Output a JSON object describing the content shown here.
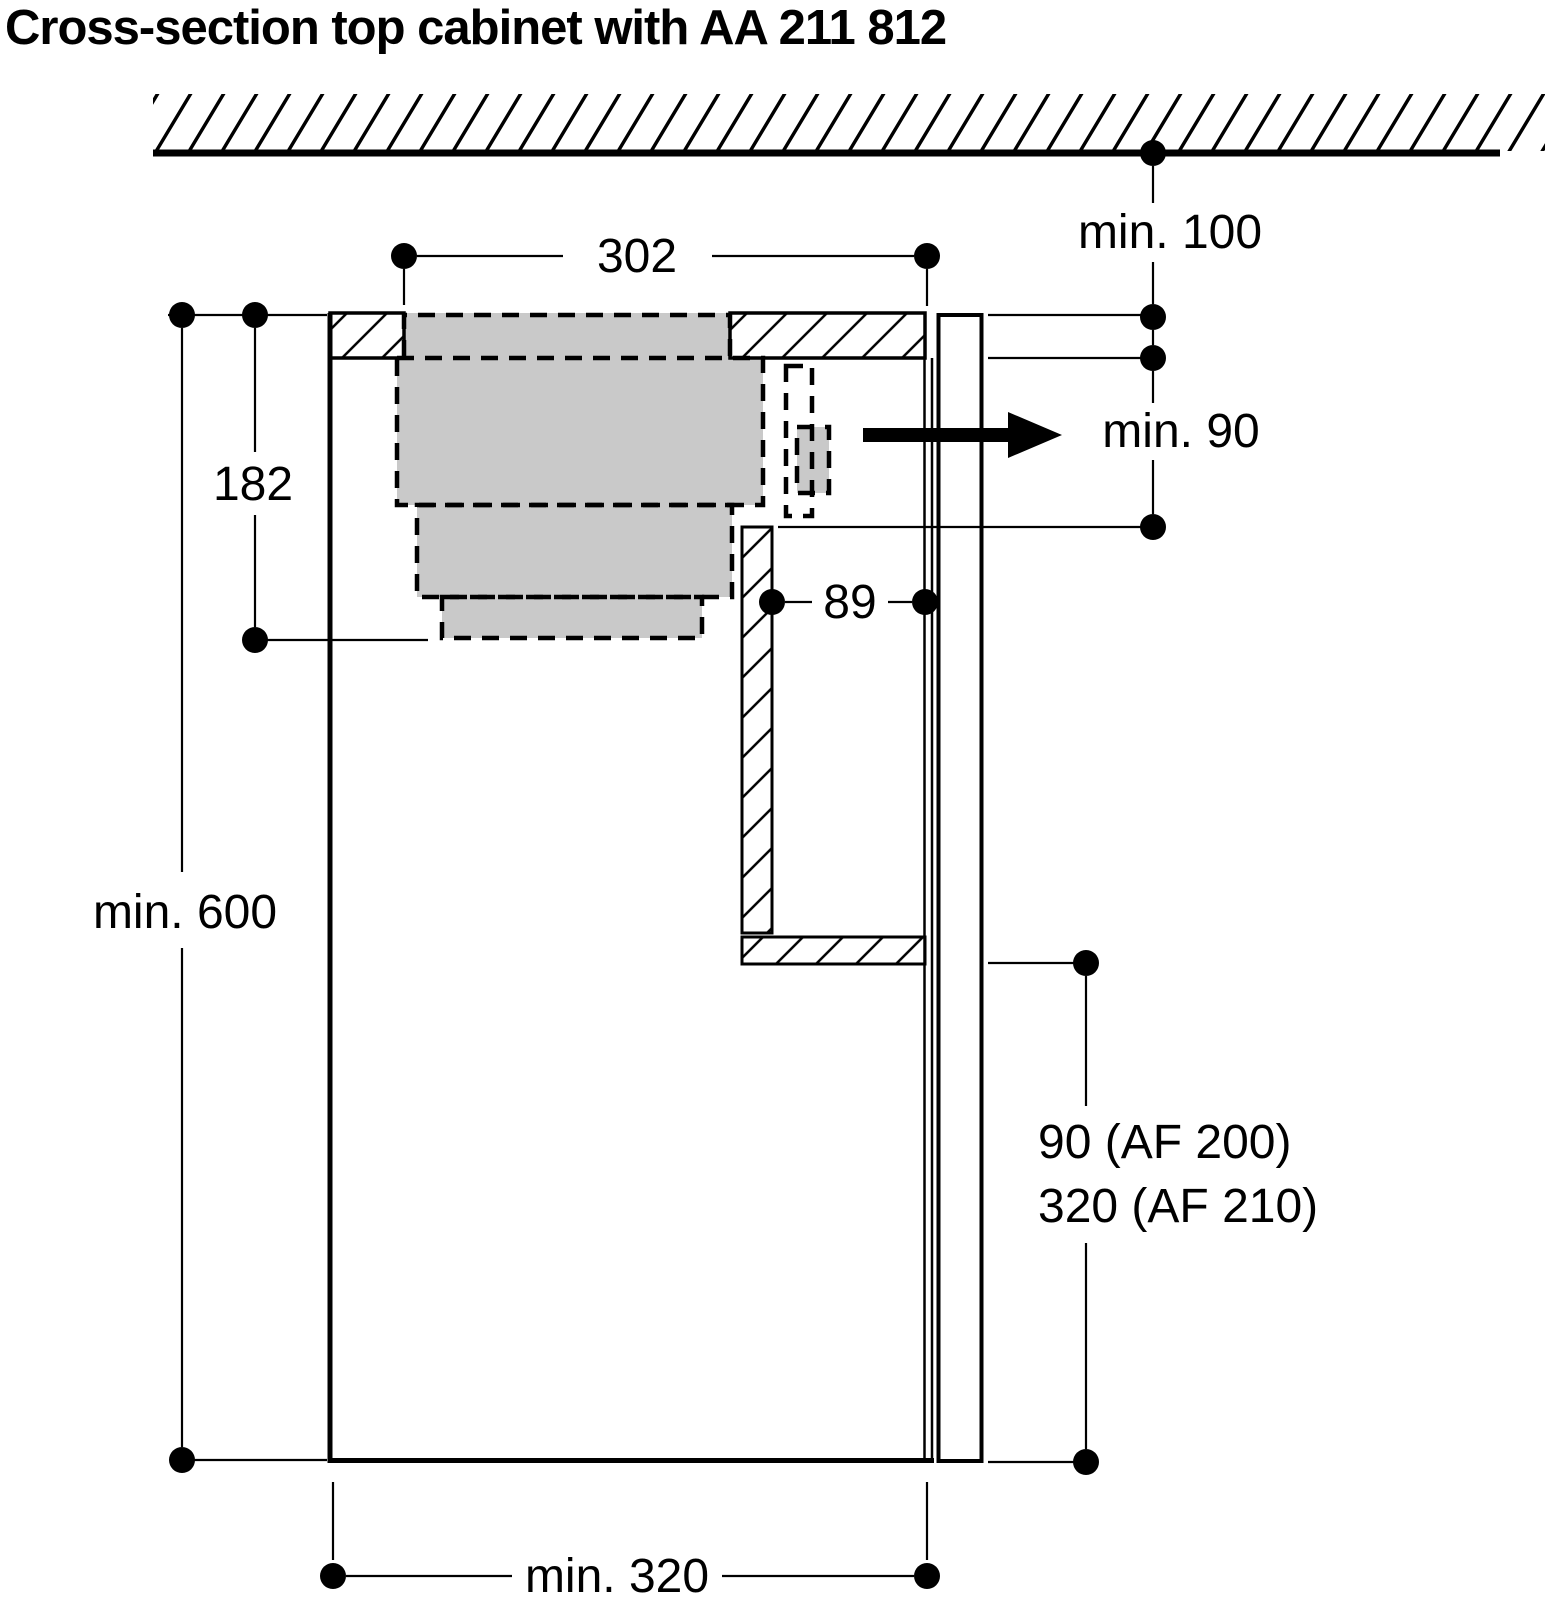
{
  "title": "Cross-section top cabinet with AA 211 812",
  "colors": {
    "ink": "#000000",
    "appliance_gray": "#c9c9c9",
    "background": "#ffffff"
  },
  "dimensions": {
    "cutout_width": "302",
    "ceiling_clearance": "min. 100",
    "hood_depth": "182",
    "outlet_clearance": "min. 90",
    "duct_gap": "89",
    "cabinet_height": "min. 600",
    "panel_extension_af200": "90 (AF 200)",
    "panel_extension_af210": "320 (AF 210)",
    "cabinet_depth": "min. 320"
  }
}
